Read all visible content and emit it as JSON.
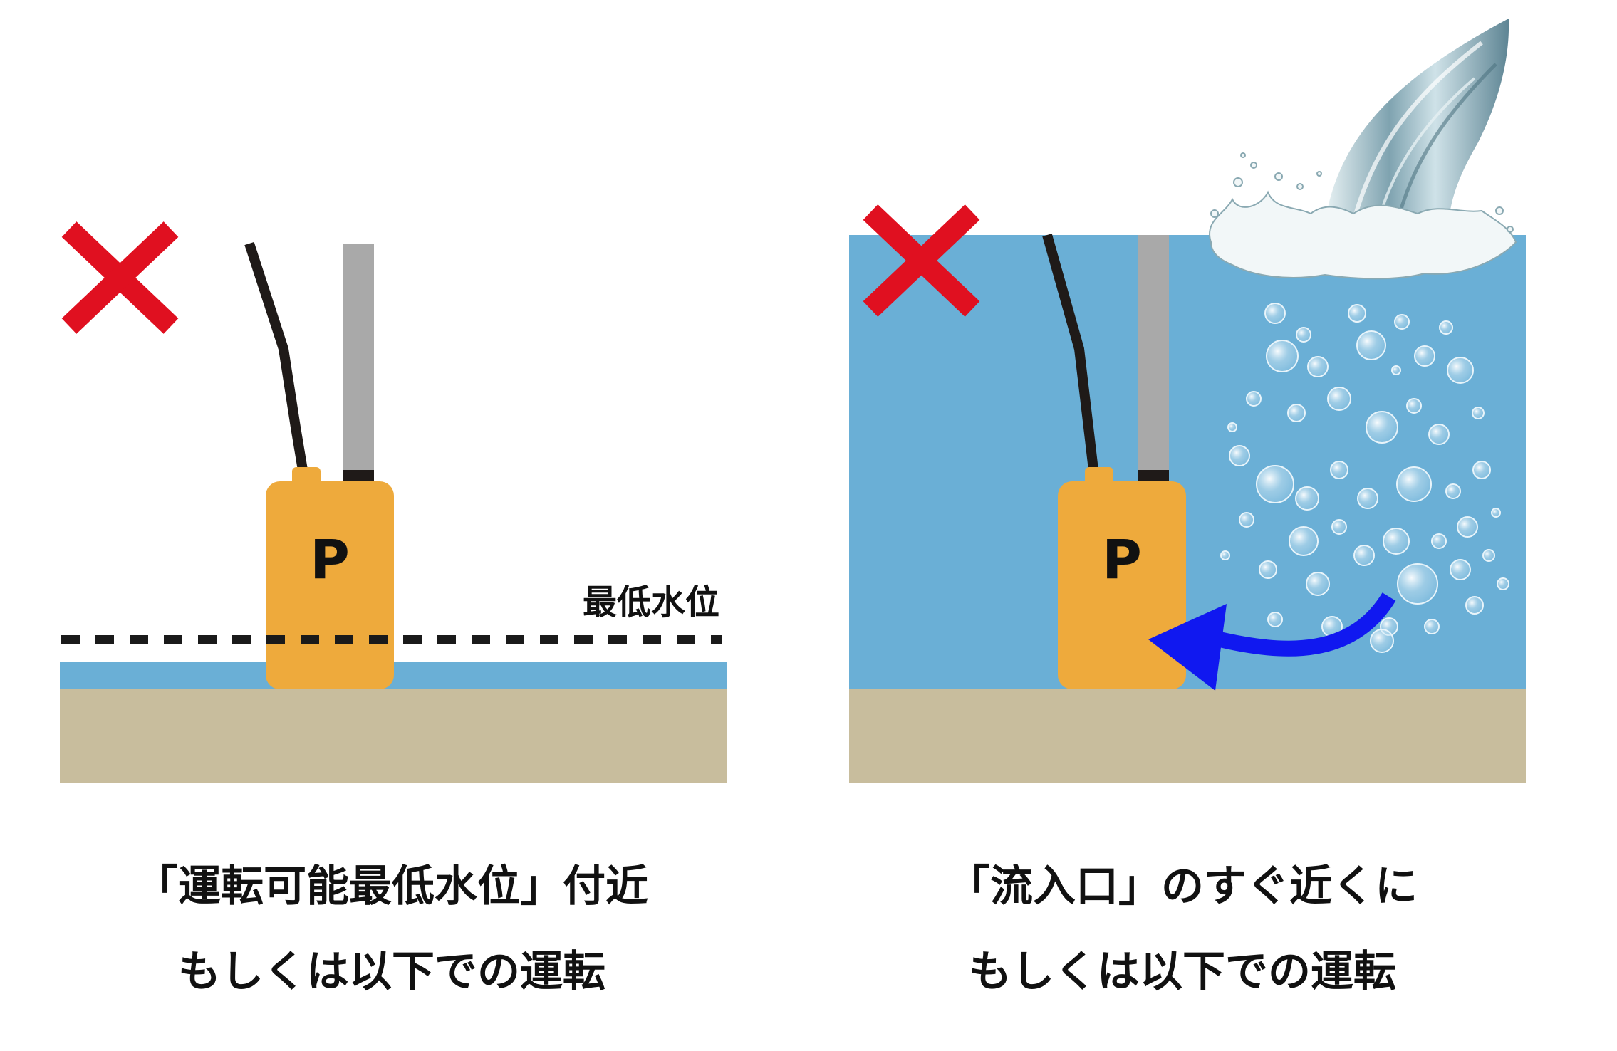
{
  "colors": {
    "water": "#6aafd6",
    "ground": "#c8bd9d",
    "pump": "#eeaa3c",
    "cross": "#e01020",
    "arrow": "#1018f0",
    "cable": "#1f1a18",
    "pipe": "#a9a9a9"
  },
  "left_panel": {
    "mark": "×",
    "pump_label": "P",
    "level_label": "最低水位",
    "caption_line1": "「運転可能最低水位」付近",
    "caption_line2": "もしくは以下での運転"
  },
  "right_panel": {
    "mark": "×",
    "pump_label": "P",
    "caption_line1": "「流入口」のすぐ近くに",
    "caption_line2": "もしくは以下での運転"
  }
}
